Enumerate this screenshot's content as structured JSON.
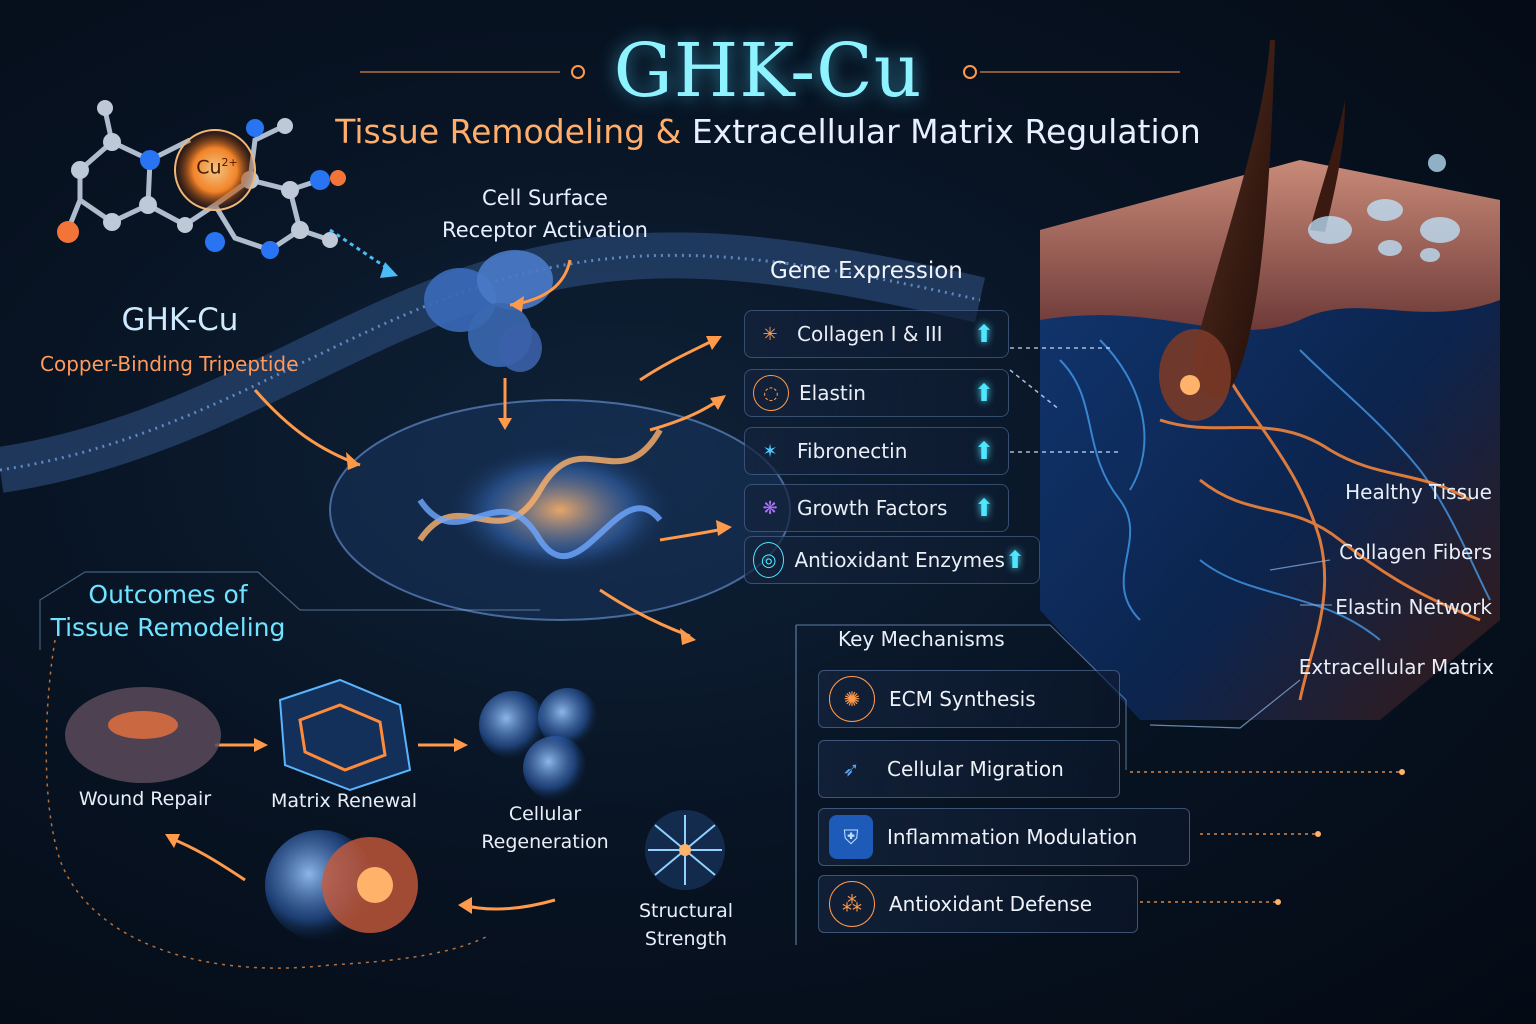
{
  "title": "GHK-Cu",
  "subtitle": {
    "highlight": "Tissue Remodeling",
    "connector": " & ",
    "rest": "Extracellular Matrix Regulation"
  },
  "molecule": {
    "name": "GHK-Cu",
    "description": "Copper-Binding Tripeptide",
    "ion": "Cu",
    "charge": "2+"
  },
  "receptor": {
    "line1": "Cell Surface",
    "line2": "Receptor Activation"
  },
  "gene_expression": {
    "title": "Gene Expression",
    "items": [
      {
        "label": "Collagen I & III",
        "icon": "collagen-star-icon"
      },
      {
        "label": "Elastin",
        "icon": "elastin-cell-icon"
      },
      {
        "label": "Fibronectin",
        "icon": "fibronectin-fiber-icon"
      },
      {
        "label": "Growth Factors",
        "icon": "growth-factor-icon"
      },
      {
        "label": "Antioxidant Enzymes",
        "icon": "antioxidant-enzyme-icon"
      }
    ]
  },
  "tissue_labels": [
    "Healthy Tissue",
    "Collagen Fibers",
    "Elastin Network",
    "Extracellular Matrix"
  ],
  "key_mechanisms": {
    "title": "Key Mechanisms",
    "items": [
      {
        "label": "ECM Synthesis",
        "icon": "ecm-network-icon"
      },
      {
        "label": "Cellular Migration",
        "icon": "cell-migration-icon"
      },
      {
        "label": "Inflammation Modulation",
        "icon": "shield-icon"
      },
      {
        "label": "Antioxidant Defense",
        "icon": "antioxidant-orb-icon"
      }
    ]
  },
  "outcomes": {
    "title_line1": "Outcomes of",
    "title_line2": "Tissue Remodeling",
    "items": [
      {
        "label": "Wound Repair"
      },
      {
        "label": "Matrix Renewal"
      },
      {
        "label_line1": "Cellular",
        "label_line2": "Regeneration"
      },
      {
        "label_line1": "Structural",
        "label_line2": "Strength"
      }
    ]
  },
  "colors": {
    "cyan": "#6fe3ff",
    "orange": "#ff9a4a",
    "blue": "#3a8dff"
  }
}
